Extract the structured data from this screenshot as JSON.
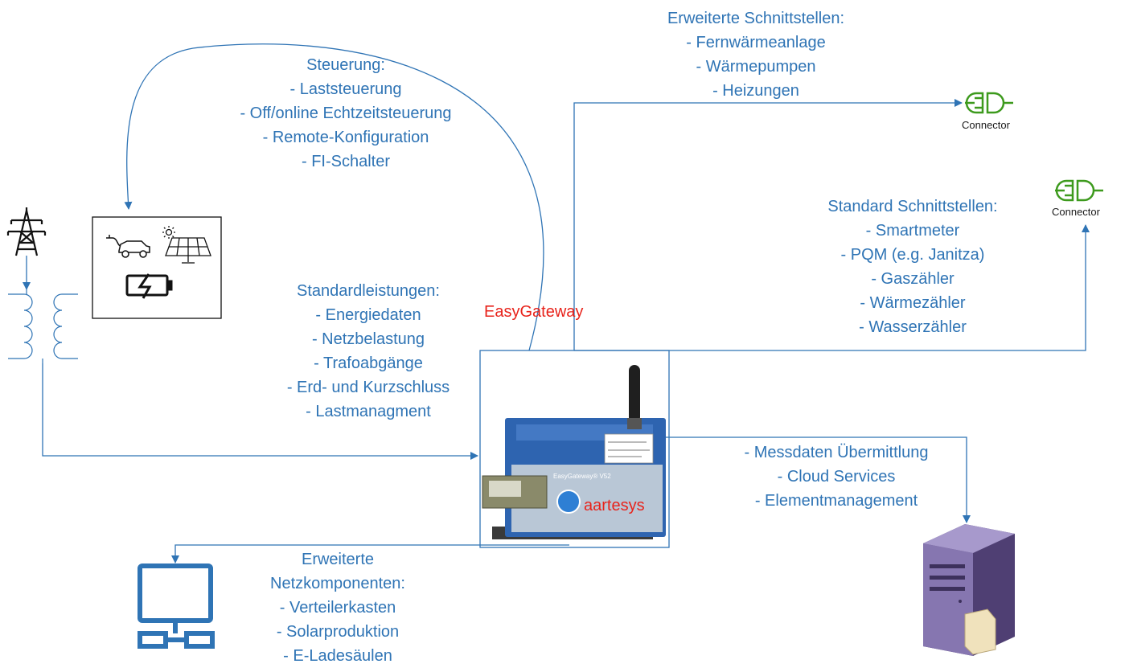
{
  "colors": {
    "line": "#2f74b5",
    "text": "#2f74b5",
    "gateway_label": "#e8231b",
    "connector": "#3d9a1d",
    "device_blue": "#2a5fa8",
    "server": "#6b5a8e"
  },
  "steuerung": {
    "title": "Steuerung:",
    "items": [
      "- Laststeuerung",
      "- Off/online Echtzeitsteuerung",
      "- Remote-Konfiguration",
      "- FI-Schalter"
    ]
  },
  "erweiterte_schnittstellen": {
    "title": "Erweiterte Schnittstellen:",
    "items": [
      "- Fernwärmeanlage",
      "- Wärmepumpen",
      "- Heizungen"
    ]
  },
  "standard_schnittstellen": {
    "title": "Standard Schnittstellen:",
    "items": [
      "- Smartmeter",
      "- PQM (e.g. Janitza)",
      "- Gaszähler",
      "- Wärmezähler",
      "- Wasserzähler"
    ]
  },
  "standardleistungen": {
    "title": "Standardleistungen:",
    "items": [
      "- Energiedaten",
      "- Netzbelastung",
      "- Trafoabgänge",
      "- Erd- und Kurzschluss",
      "- Lastmanagment"
    ]
  },
  "cloud": {
    "items": [
      "- Messdaten Übermittlung",
      "- Cloud Services",
      "- Elementmanagement"
    ]
  },
  "netzkomponenten": {
    "title1": "Erweiterte",
    "title2": "Netzkomponenten:",
    "items": [
      "- Verteilerkasten",
      "- Solarproduktion",
      "- E-Ladesäulen"
    ]
  },
  "gateway": {
    "label": "EasyGateway",
    "device_name": "EasyGateway® V52",
    "brand": "aartesys"
  },
  "connector_label": "Connector",
  "icons": [
    "power-tower-icon",
    "transformer-icon",
    "ev-car-icon",
    "solar-panel-icon",
    "battery-icon",
    "connector-icon",
    "server-icon",
    "computer-network-icon"
  ]
}
